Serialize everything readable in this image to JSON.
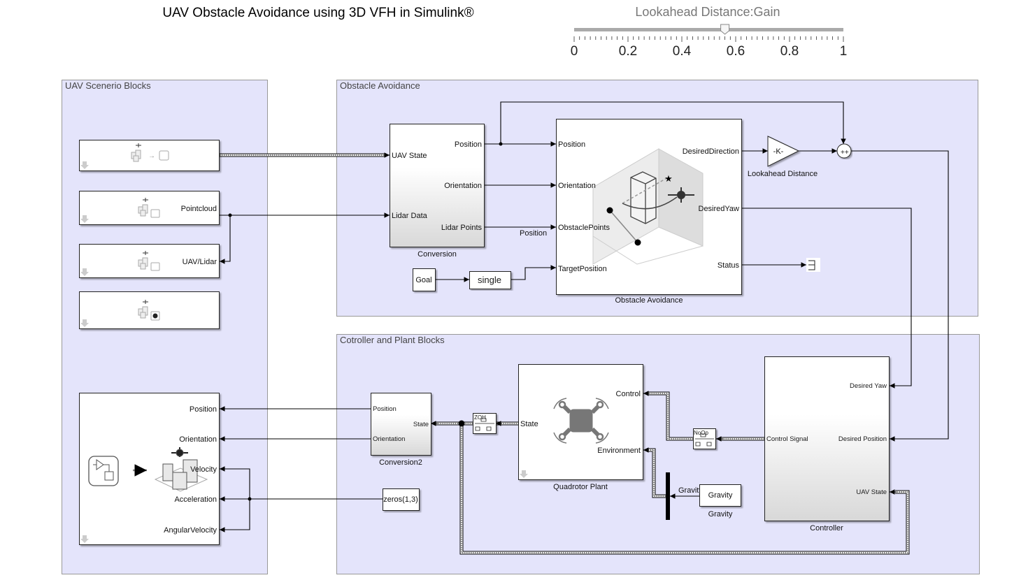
{
  "title": "UAV Obstacle Avoidance using 3D VFH in Simulink®",
  "slider": {
    "label": "Lookahead Distance:Gain",
    "value": 0.56,
    "min": 0,
    "max": 1,
    "tick_labels": [
      "0",
      "0.2",
      "0.4",
      "0.6",
      "0.8",
      "1"
    ]
  },
  "areas": {
    "scenario": "UAV Scenerio Blocks",
    "obstacle": "Obstacle Avoidance",
    "controller": "Cotroller and Plant Blocks"
  },
  "scenario_blocks": {
    "scenario_config": {
      "icon": "uav-scenario-to-bus-icon"
    },
    "lidar": {
      "icon": "uav-scenario-lidar-icon",
      "out_port": "Pointcloud"
    },
    "scope": {
      "icon": "uav-scenario-scope-icon",
      "in_port": "UAV/Lidar"
    },
    "config": {
      "icon": "uav-scenario-config-icon"
    },
    "motion_write": {
      "ports": [
        "Position",
        "Orientation",
        "Velocity",
        "Acceleration",
        "AngularVelocity"
      ]
    }
  },
  "conversion": {
    "label": "Conversion",
    "in_ports": [
      "UAV State",
      "Lidar Data"
    ],
    "out_ports": [
      "Position",
      "Orientation",
      "Lidar Points"
    ]
  },
  "wire_labels": {
    "lidar_points": "Position",
    "gravity_signal": "Gravity"
  },
  "goal": {
    "label": "Goal"
  },
  "single": {
    "label": "single"
  },
  "obstacle_block": {
    "label": "Obstacle Avoidance",
    "in_ports": [
      "Position",
      "Orientation",
      "ObstaclePoints",
      "TargetPosition"
    ],
    "out_ports": [
      "DesiredDirection",
      "DesiredYaw",
      "Status"
    ]
  },
  "gain": {
    "label": "Lookahead Distance",
    "text": "-K-"
  },
  "sum": {
    "signs": "++"
  },
  "conversion2": {
    "label": "Conversion2",
    "in_ports": [
      "Position",
      "Orientation"
    ],
    "out_port": "State"
  },
  "zoh": {
    "text": "ZOH"
  },
  "noop": {
    "text": "NoOp"
  },
  "zeros": {
    "label": "zeros(1,3)"
  },
  "plant": {
    "label": "Quadrotor Plant",
    "in_ports": [
      "Control",
      "Environment"
    ],
    "out_port": "State"
  },
  "gravity": {
    "text": "Gravity",
    "label": "Gravity"
  },
  "controller": {
    "label": "Controller",
    "in_ports": [
      "Desired Yaw",
      "Desired Position",
      "UAV State"
    ],
    "out_port": "Control Signal"
  }
}
